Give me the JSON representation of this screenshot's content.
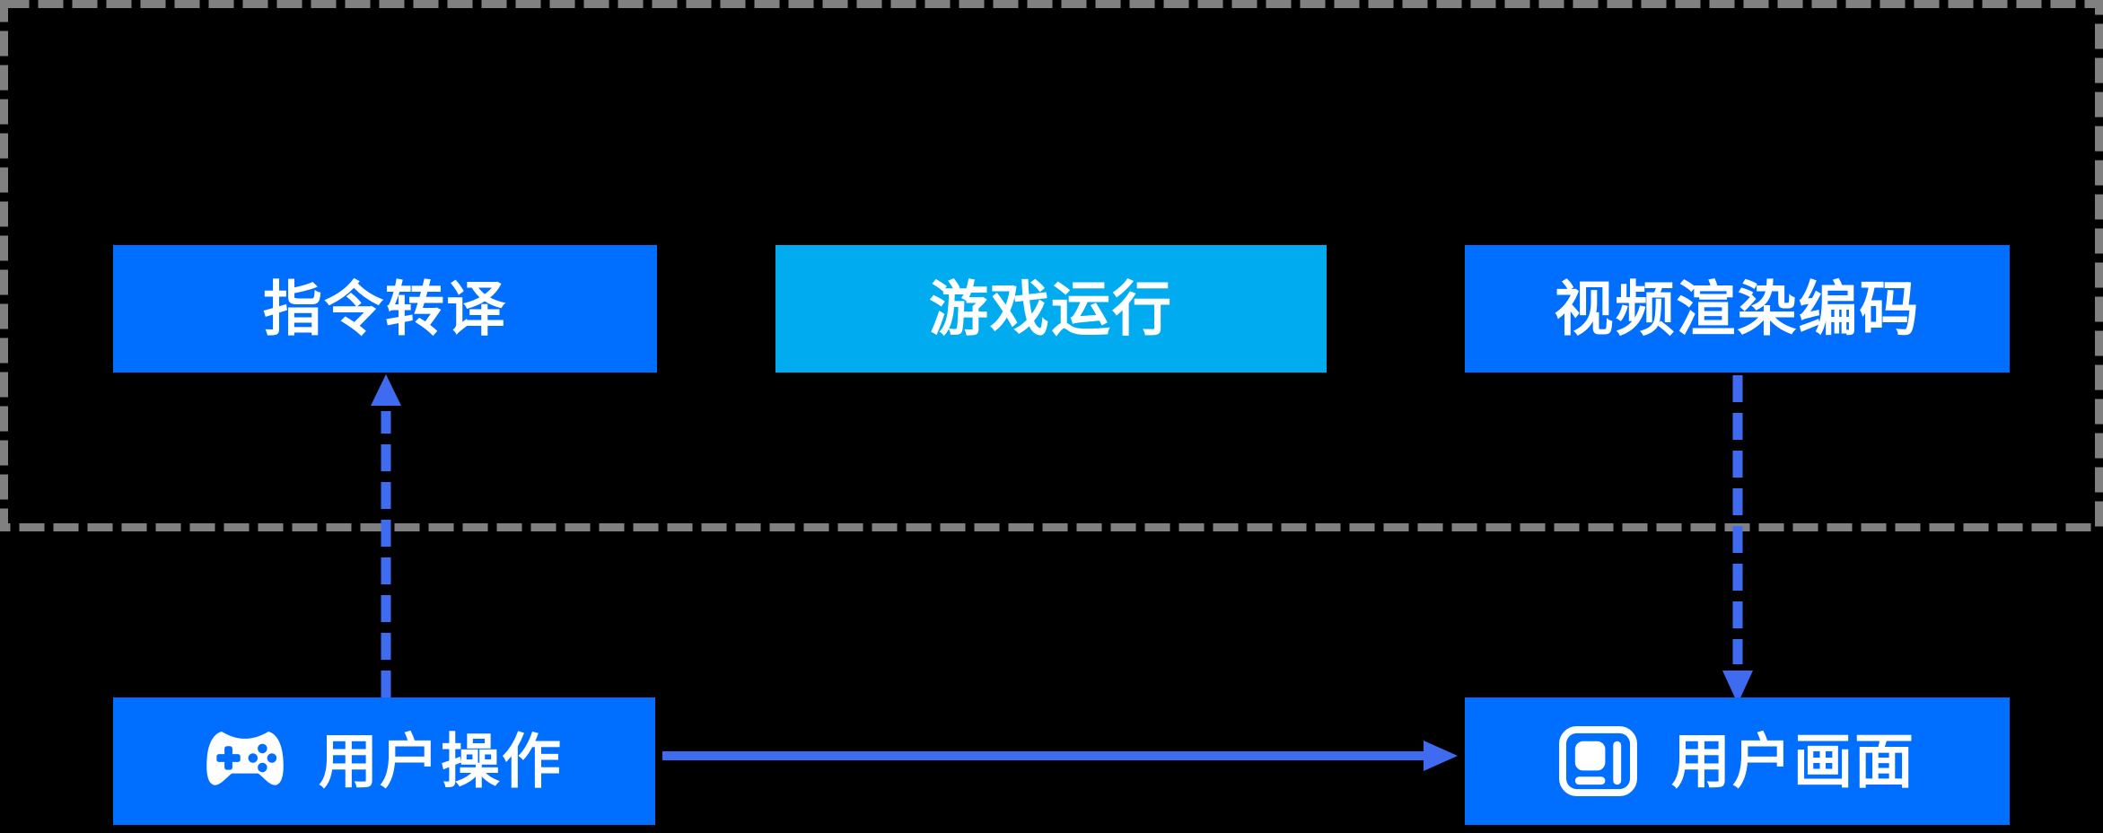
{
  "nodes": {
    "instruction_translate": "指令转译",
    "game_run": "游戏运行",
    "video_render_encode": "视频渲染编码",
    "user_operation": "用户操作",
    "user_screen": "用户画面"
  },
  "icons": {
    "user_operation": "gamepad-icon",
    "user_screen": "screen-icon"
  },
  "groups": {
    "server_region": "dashed-gray-rectangle-enclosing-top-row"
  },
  "connectors": [
    {
      "from": "user_operation",
      "to": "instruction_translate",
      "style": "dashed",
      "direction": "up"
    },
    {
      "from": "video_render_encode",
      "to": "user_screen",
      "style": "dashed",
      "direction": "down"
    },
    {
      "from": "user_operation",
      "to": "user_screen",
      "style": "solid",
      "direction": "right"
    }
  ],
  "colors": {
    "background": "#000000",
    "node_blue": "#006EFF",
    "node_cyan": "#00ACEF",
    "arrow_blue": "#3E6BEF",
    "border_gray": "#808080",
    "label_white": "#FFFFFF"
  }
}
